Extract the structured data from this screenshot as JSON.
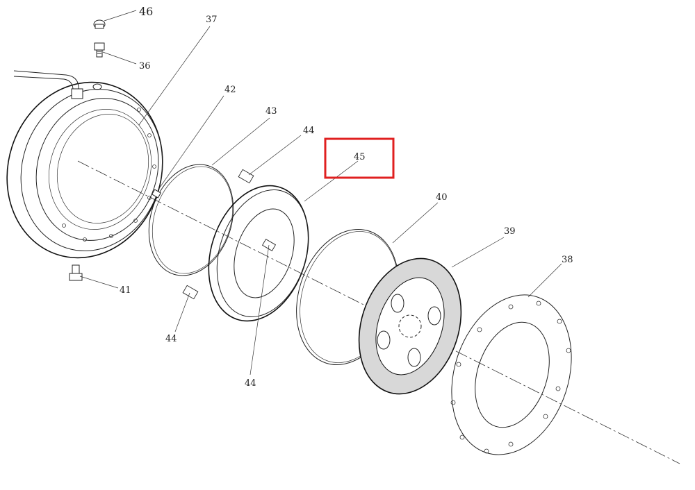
{
  "diagram": {
    "parts": [
      {
        "id": "46",
        "label": "46"
      },
      {
        "id": "37",
        "label": "37"
      },
      {
        "id": "36",
        "label": "36"
      },
      {
        "id": "42",
        "label": "42"
      },
      {
        "id": "43",
        "label": "43"
      },
      {
        "id": "44a",
        "label": "44"
      },
      {
        "id": "45",
        "label": "45"
      },
      {
        "id": "40",
        "label": "40"
      },
      {
        "id": "39",
        "label": "39"
      },
      {
        "id": "38",
        "label": "38"
      },
      {
        "id": "41",
        "label": "41"
      },
      {
        "id": "44b",
        "label": "44"
      },
      {
        "id": "44c",
        "label": "44"
      }
    ],
    "highlight": {
      "part": "45",
      "color": "#e02020"
    }
  }
}
